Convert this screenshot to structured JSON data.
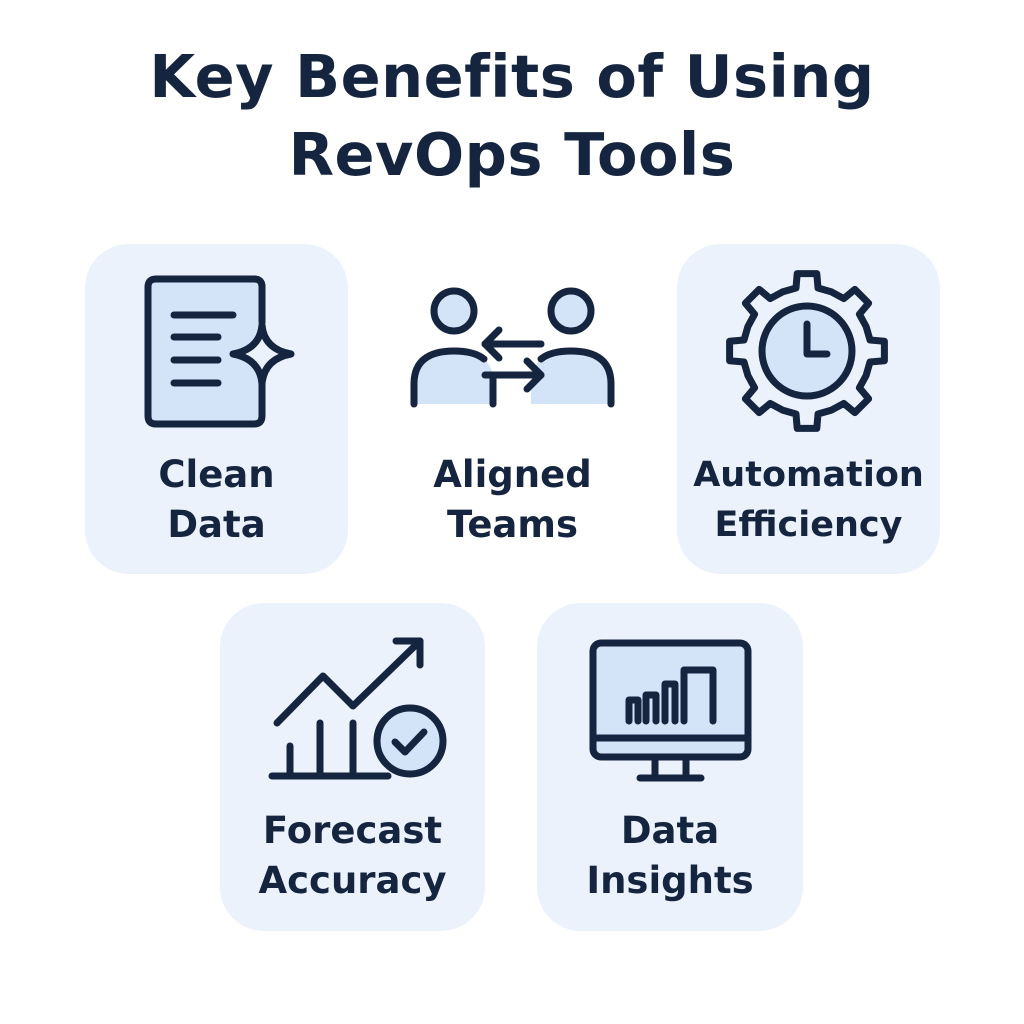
{
  "title": {
    "line1": "Key Benefits of Using",
    "line2": "RevOps Tools"
  },
  "colors": {
    "ink": "#16253f",
    "card_bg": "#ebf2fc",
    "icon_fill": "#d4e4f8"
  },
  "benefits": [
    {
      "icon": "document-sparkle-icon",
      "line1": "Clean",
      "line2": "Data"
    },
    {
      "icon": "people-exchange-icon",
      "line1": "Aligned",
      "line2": "Teams"
    },
    {
      "icon": "gear-clock-icon",
      "line1": "Automation",
      "line2": "Efficiency"
    },
    {
      "icon": "growth-chart-check-icon",
      "line1": "Forecast",
      "line2": "Accuracy"
    },
    {
      "icon": "monitor-bar-chart-icon",
      "line1": "Data",
      "line2": "Insights"
    }
  ]
}
